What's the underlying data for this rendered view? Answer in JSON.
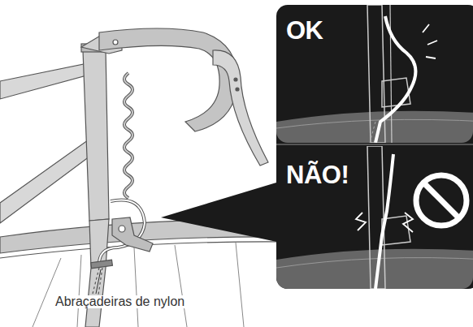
{
  "diagram": {
    "labels": [
      "OK",
      "NÃO!",
      "Abraçadeiras de nylon"
    ]
  }
}
